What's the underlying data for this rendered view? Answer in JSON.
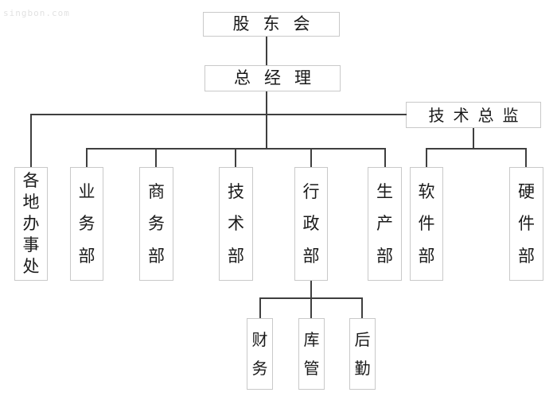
{
  "watermark": "singbon.com",
  "colors": {
    "line": "#3f3f3f",
    "border": "#c9c9c9",
    "text": "#1a1a1a",
    "watermark": "#e2e2e2",
    "bg": "#ffffff"
  },
  "org": {
    "type": "org-tree",
    "nodes": {
      "shareholders_meeting": {
        "label": "股东会",
        "parent": null
      },
      "general_manager": {
        "label": "总经理",
        "parent": "shareholders_meeting"
      },
      "tech_director": {
        "label": "技术总监",
        "parent": "general_manager"
      },
      "regional_offices": {
        "label": "各地办事处",
        "parent": "general_manager"
      },
      "sales_dept": {
        "label": "业务部",
        "parent": "general_manager"
      },
      "commerce_dept": {
        "label": "商务部",
        "parent": "general_manager"
      },
      "technology_dept": {
        "label": "技术部",
        "parent": "general_manager"
      },
      "admin_dept": {
        "label": "行政部",
        "parent": "general_manager"
      },
      "production_dept": {
        "label": "生产部",
        "parent": "general_manager"
      },
      "software_dept": {
        "label": "软件部",
        "parent": "tech_director"
      },
      "hardware_dept": {
        "label": "硬件部",
        "parent": "tech_director"
      },
      "finance": {
        "label": "财务",
        "parent": "admin_dept"
      },
      "warehouse": {
        "label": "库管",
        "parent": "admin_dept"
      },
      "logistics": {
        "label": "后勤",
        "parent": "admin_dept"
      }
    }
  }
}
